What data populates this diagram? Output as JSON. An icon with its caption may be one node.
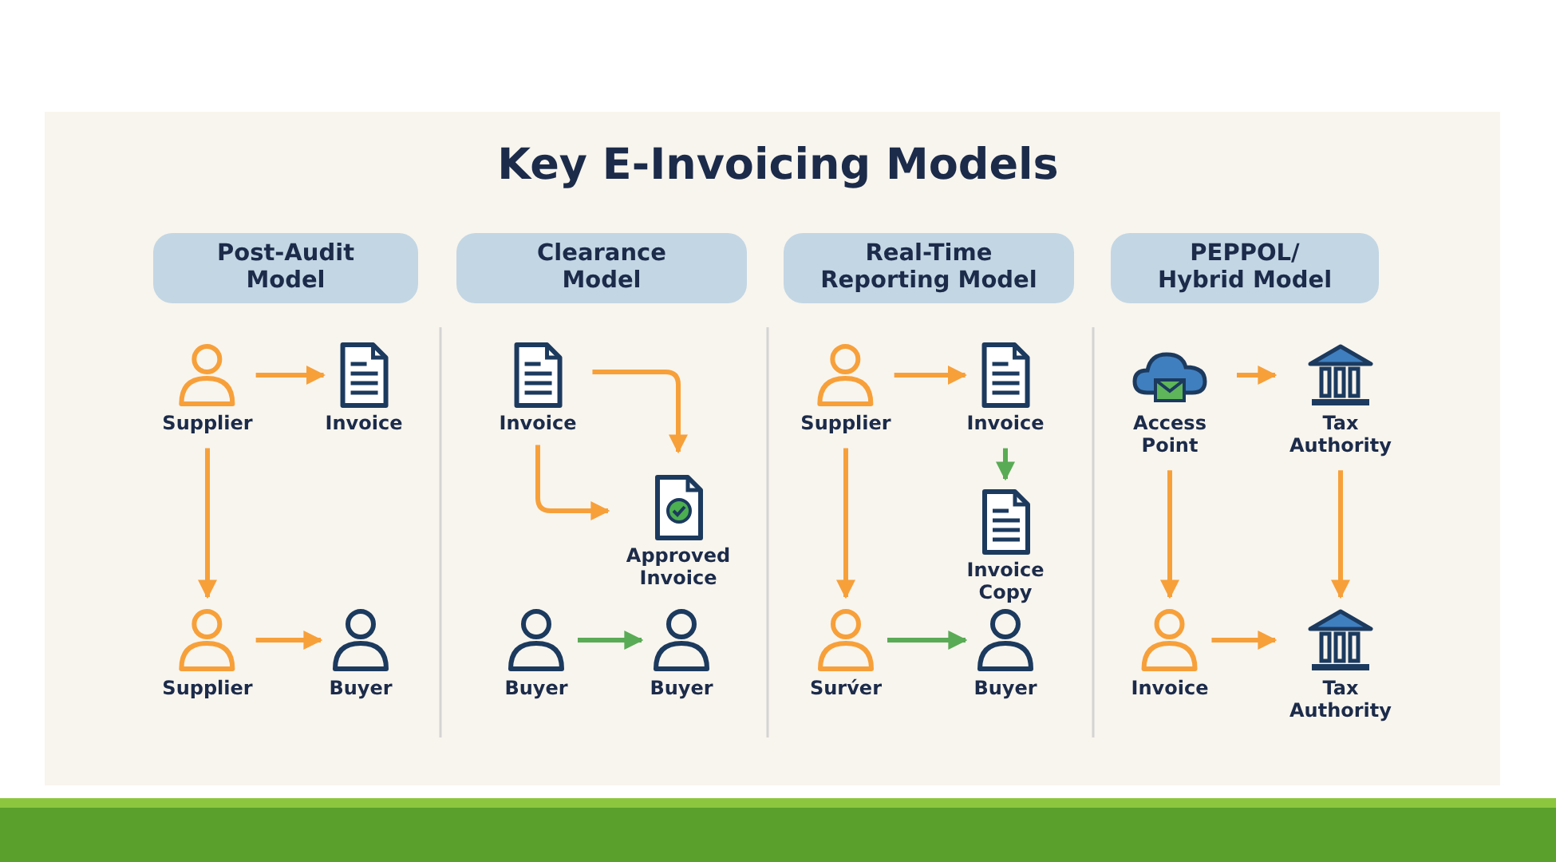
{
  "diagram": {
    "title": "Key E-Invoicing Models",
    "nodes": [
      {
        "text": [
          "Post-Audit Model"
        ]
      },
      {
        "text": [
          "Supplier"
        ]
      },
      {
        "text": [
          "Invoice"
        ]
      },
      {
        "text": [
          "Supplier"
        ]
      },
      {
        "text": [
          "Buyer"
        ]
      },
      {
        "text": [
          "Clearance Model"
        ]
      },
      {
        "text": [
          "Invoice"
        ]
      },
      {
        "text": [
          "Approved Invoice"
        ]
      },
      {
        "text": [
          "Buyer"
        ]
      },
      {
        "text": [
          "Buyer"
        ]
      },
      {
        "text": [
          "Real-Time Reporting Model"
        ]
      },
      {
        "text": [
          "Supplier"
        ]
      },
      {
        "text": [
          "Invoice"
        ]
      },
      {
        "text": [
          "Invoice Copy"
        ]
      },
      {
        "text": [
          "Surv́er"
        ]
      },
      {
        "text": [
          "Buyer"
        ]
      },
      {
        "text": [
          "PEPPOL/ Hybrid Model"
        ]
      },
      {
        "text": [
          "Access Point"
        ]
      },
      {
        "text": [
          "Tax Authority"
        ]
      },
      {
        "text": [
          "Invoice"
        ]
      },
      {
        "text": [
          "Tax Authority"
        ]
      }
    ],
    "edges": [
      {
        "from": 1,
        "to": 2,
        "arrow": "to"
      },
      {
        "from": 1,
        "to": 3,
        "arrow": "to"
      },
      {
        "from": 3,
        "to": 4,
        "arrow": "to"
      },
      {
        "from": 6,
        "to": 7,
        "arrow": "to"
      },
      {
        "from": 6,
        "to": 7,
        "arrow": "to"
      },
      {
        "from": 8,
        "to": 9,
        "arrow": "to",
        "color": "#5aab55"
      },
      {
        "from": 11,
        "to": 12,
        "arrow": "to"
      },
      {
        "from": 12,
        "to": 13,
        "arrow": "to",
        "color": "#5aab55"
      },
      {
        "from": 11,
        "to": 14,
        "arrow": "to"
      },
      {
        "from": 14,
        "to": 15,
        "arrow": "to",
        "color": "#5aab55"
      },
      {
        "from": 17,
        "to": 18,
        "arrow": "to"
      },
      {
        "from": 17,
        "to": 19,
        "arrow": "to"
      },
      {
        "from": 18,
        "to": 20,
        "arrow": "to"
      },
      {
        "from": 19,
        "to": 20,
        "arrow": "to"
      }
    ]
  }
}
